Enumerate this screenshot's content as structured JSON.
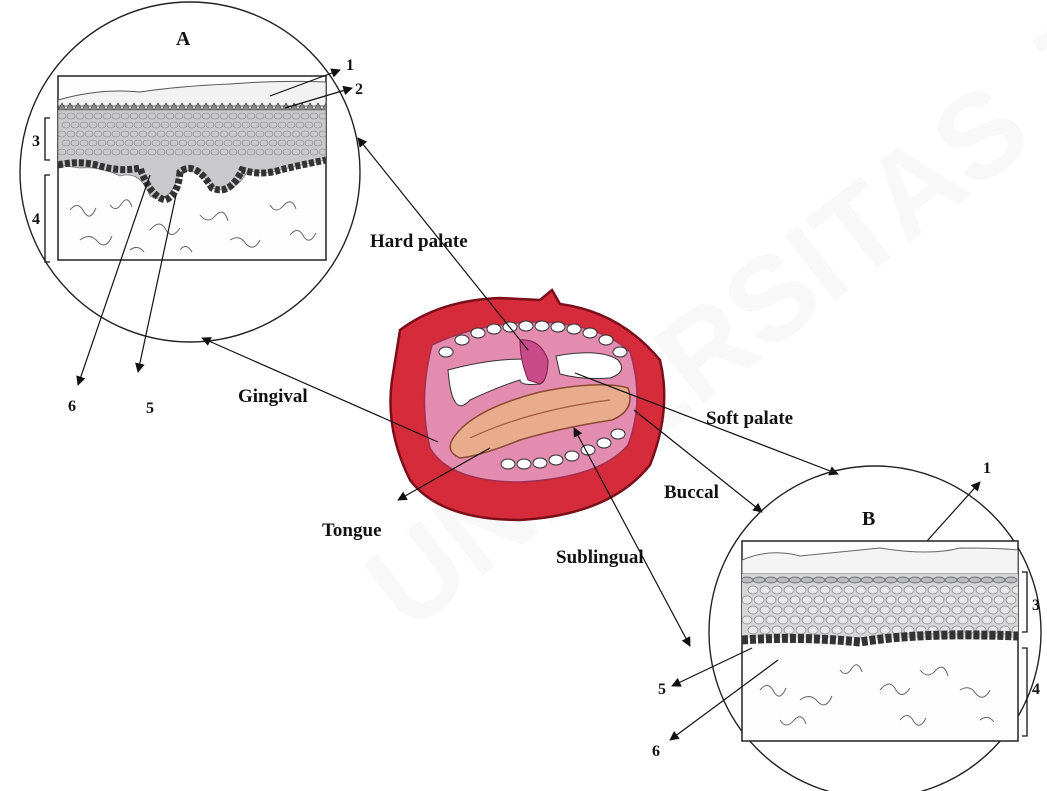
{
  "watermark": "UNIVERSITAS JEMBER",
  "panels": {
    "a": {
      "title": "A"
    },
    "b": {
      "title": "B"
    }
  },
  "regions": {
    "hard_palate": "Hard palate",
    "soft_palate": "Soft palate",
    "gingival": "Gingival",
    "buccal": "Buccal",
    "tongue": "Tongue",
    "sublingual": "Sublingual"
  },
  "layer_numbers": {
    "a": [
      "1",
      "2",
      "3",
      "4",
      "5",
      "6"
    ],
    "b": [
      "1",
      "3",
      "4",
      "5",
      "6"
    ]
  },
  "colors": {
    "lip_red": "#d52b3a",
    "mouth_pink": "#e48bb0",
    "tongue": "#e8ab8b",
    "cell_dark": "#555566"
  }
}
